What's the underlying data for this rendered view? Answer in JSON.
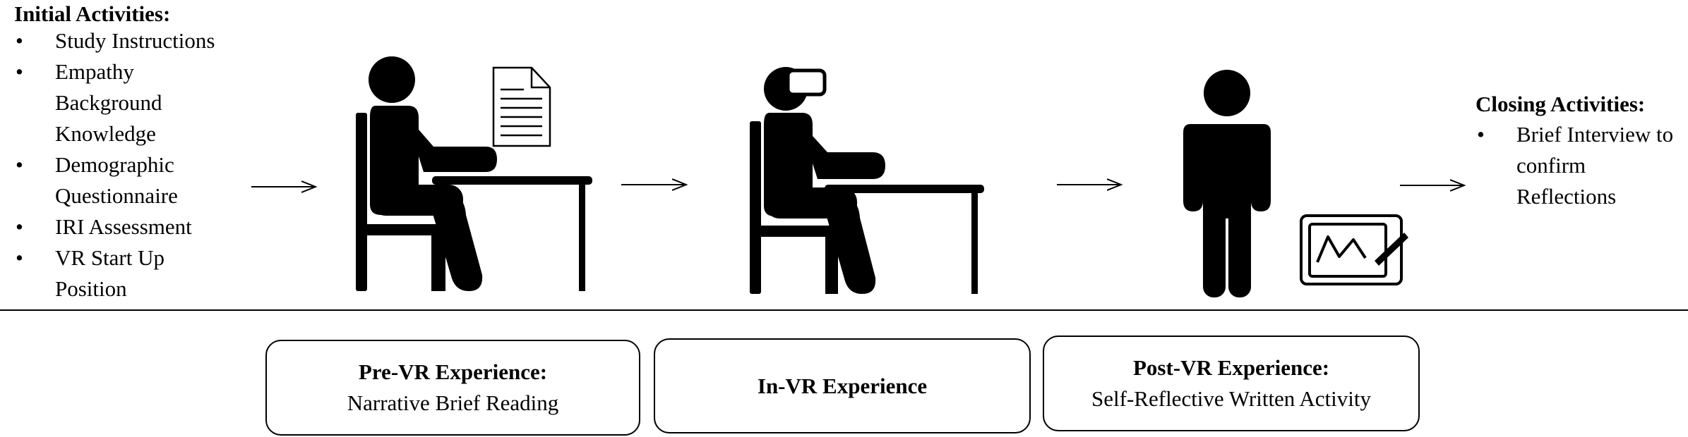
{
  "initial_activities": {
    "heading": "Initial Activities:",
    "items": [
      "Study Instructions",
      "Empathy Background Knowledge",
      "Demographic Questionnaire",
      "IRI Assessment",
      "VR Start Up Position"
    ]
  },
  "closing_activities": {
    "heading": "Closing Activities:",
    "items": [
      "Brief Interview to confirm Reflections"
    ]
  },
  "phases": [
    {
      "title": "Pre-VR Experience:",
      "subtitle": "Narrative Brief Reading"
    },
    {
      "title": "In-VR Experience",
      "subtitle": ""
    },
    {
      "title": "Post-VR Experience:",
      "subtitle": "Self-Reflective Written Activity"
    }
  ],
  "icons": [
    "arrow-right-icon",
    "person-reading-at-desk-icon",
    "document-icon",
    "person-vr-headset-at-desk-icon",
    "standing-person-icon",
    "writing-tablet-icon"
  ]
}
